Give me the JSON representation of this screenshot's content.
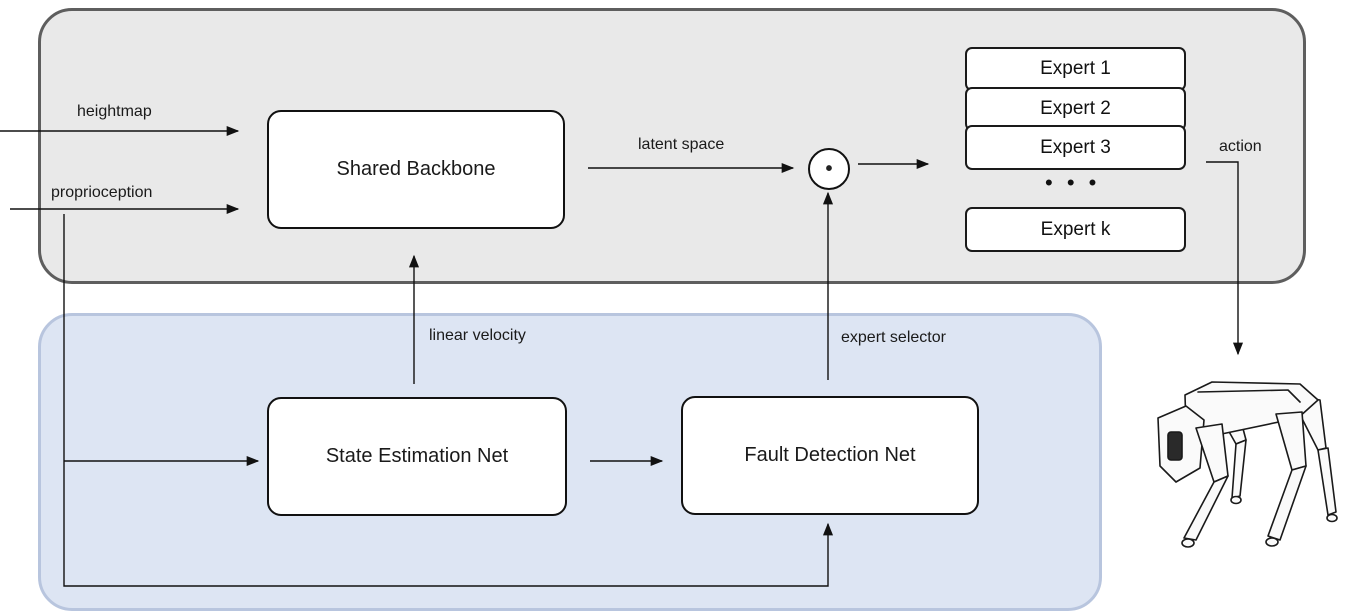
{
  "inputs": {
    "heightmap": "heightmap",
    "proprioception": "proprioception"
  },
  "blocks": {
    "shared_backbone": "Shared Backbone",
    "state_estimation": "State Estimation Net",
    "fault_detection": "Fault Detection Net"
  },
  "experts": [
    "Expert 1",
    "Expert 2",
    "Expert 3",
    "Expert k"
  ],
  "ellipsis": "• • •",
  "operator": "•",
  "edges": {
    "latent_space": "latent space",
    "linear_velocity": "linear velocity",
    "expert_selector": "expert selector",
    "action": "action"
  },
  "colors": {
    "top_region_fill": "#e9e9e9",
    "top_region_border": "#5e5e5e",
    "bottom_region_fill": "#dde5f3",
    "bottom_region_border": "#b8c5de"
  },
  "icons": {
    "robot": "quadruped-robot-icon"
  }
}
